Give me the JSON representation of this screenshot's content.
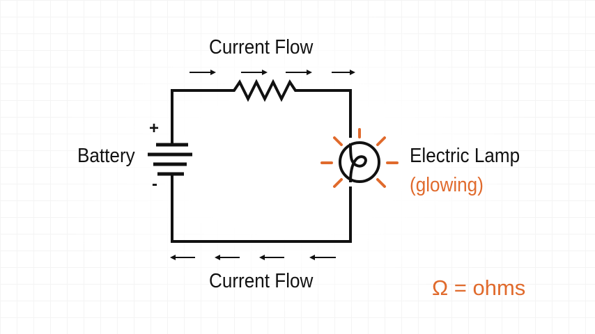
{
  "colors": {
    "wire": "#111111",
    "accent": "#e06a2c",
    "grid": "#ececec"
  },
  "labels": {
    "current_flow_top": "Current Flow",
    "current_flow_bottom": "Current Flow",
    "battery": "Battery",
    "plus": "+",
    "minus": "-",
    "lamp": "Electric Lamp",
    "lamp_state": "(glowing)",
    "ohms": "Ω = ohms"
  },
  "components": {
    "resistor": "resistor",
    "battery": "battery",
    "lamp": "lamp"
  },
  "arrows": {
    "top_direction": "right",
    "top_count": 4,
    "bottom_direction": "left",
    "bottom_count": 4
  }
}
